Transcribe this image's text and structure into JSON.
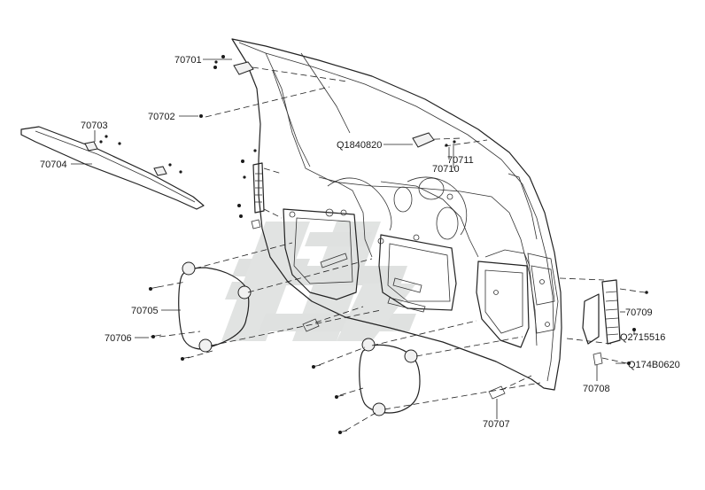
{
  "diagram": {
    "callouts": {
      "c70701": "70701",
      "c70702": "70702",
      "c70703": "70703",
      "c70704": "70704",
      "cQ1840820": "Q1840820",
      "c70711": "70711",
      "c70710": "70710",
      "c70705": "70705",
      "c70706": "70706",
      "c70709": "70709",
      "cQ2715516": "Q2715516",
      "cQ174B0620": "Q174B0620",
      "c70708": "70708",
      "c70707": "70707"
    },
    "colors": {
      "line": "#222222",
      "watermark": "#c9cdcb",
      "background": "#ffffff"
    }
  }
}
